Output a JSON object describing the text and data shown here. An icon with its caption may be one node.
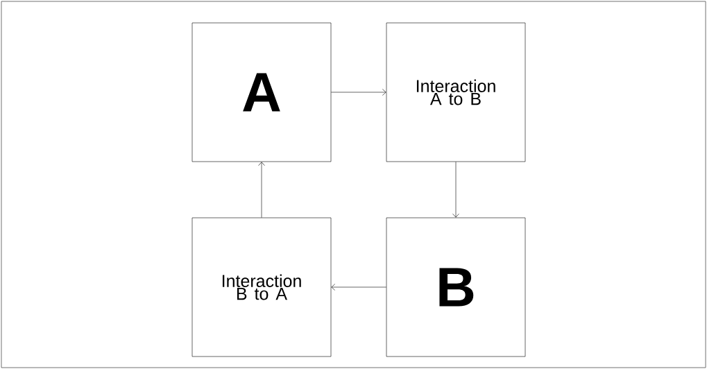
{
  "diagram": {
    "nodes": [
      {
        "text": [
          "A"
        ]
      },
      {
        "text": [
          "Interaction A to B"
        ]
      },
      {
        "text": [
          "B"
        ]
      },
      {
        "text": [
          "Interaction B to A"
        ]
      }
    ],
    "edges": [
      {
        "from": 0,
        "to": 1,
        "arrow": "to"
      },
      {
        "from": 1,
        "to": 2,
        "arrow": "to"
      },
      {
        "from": 2,
        "to": 3,
        "arrow": "to"
      },
      {
        "from": 3,
        "to": 0,
        "arrow": "to"
      }
    ]
  }
}
